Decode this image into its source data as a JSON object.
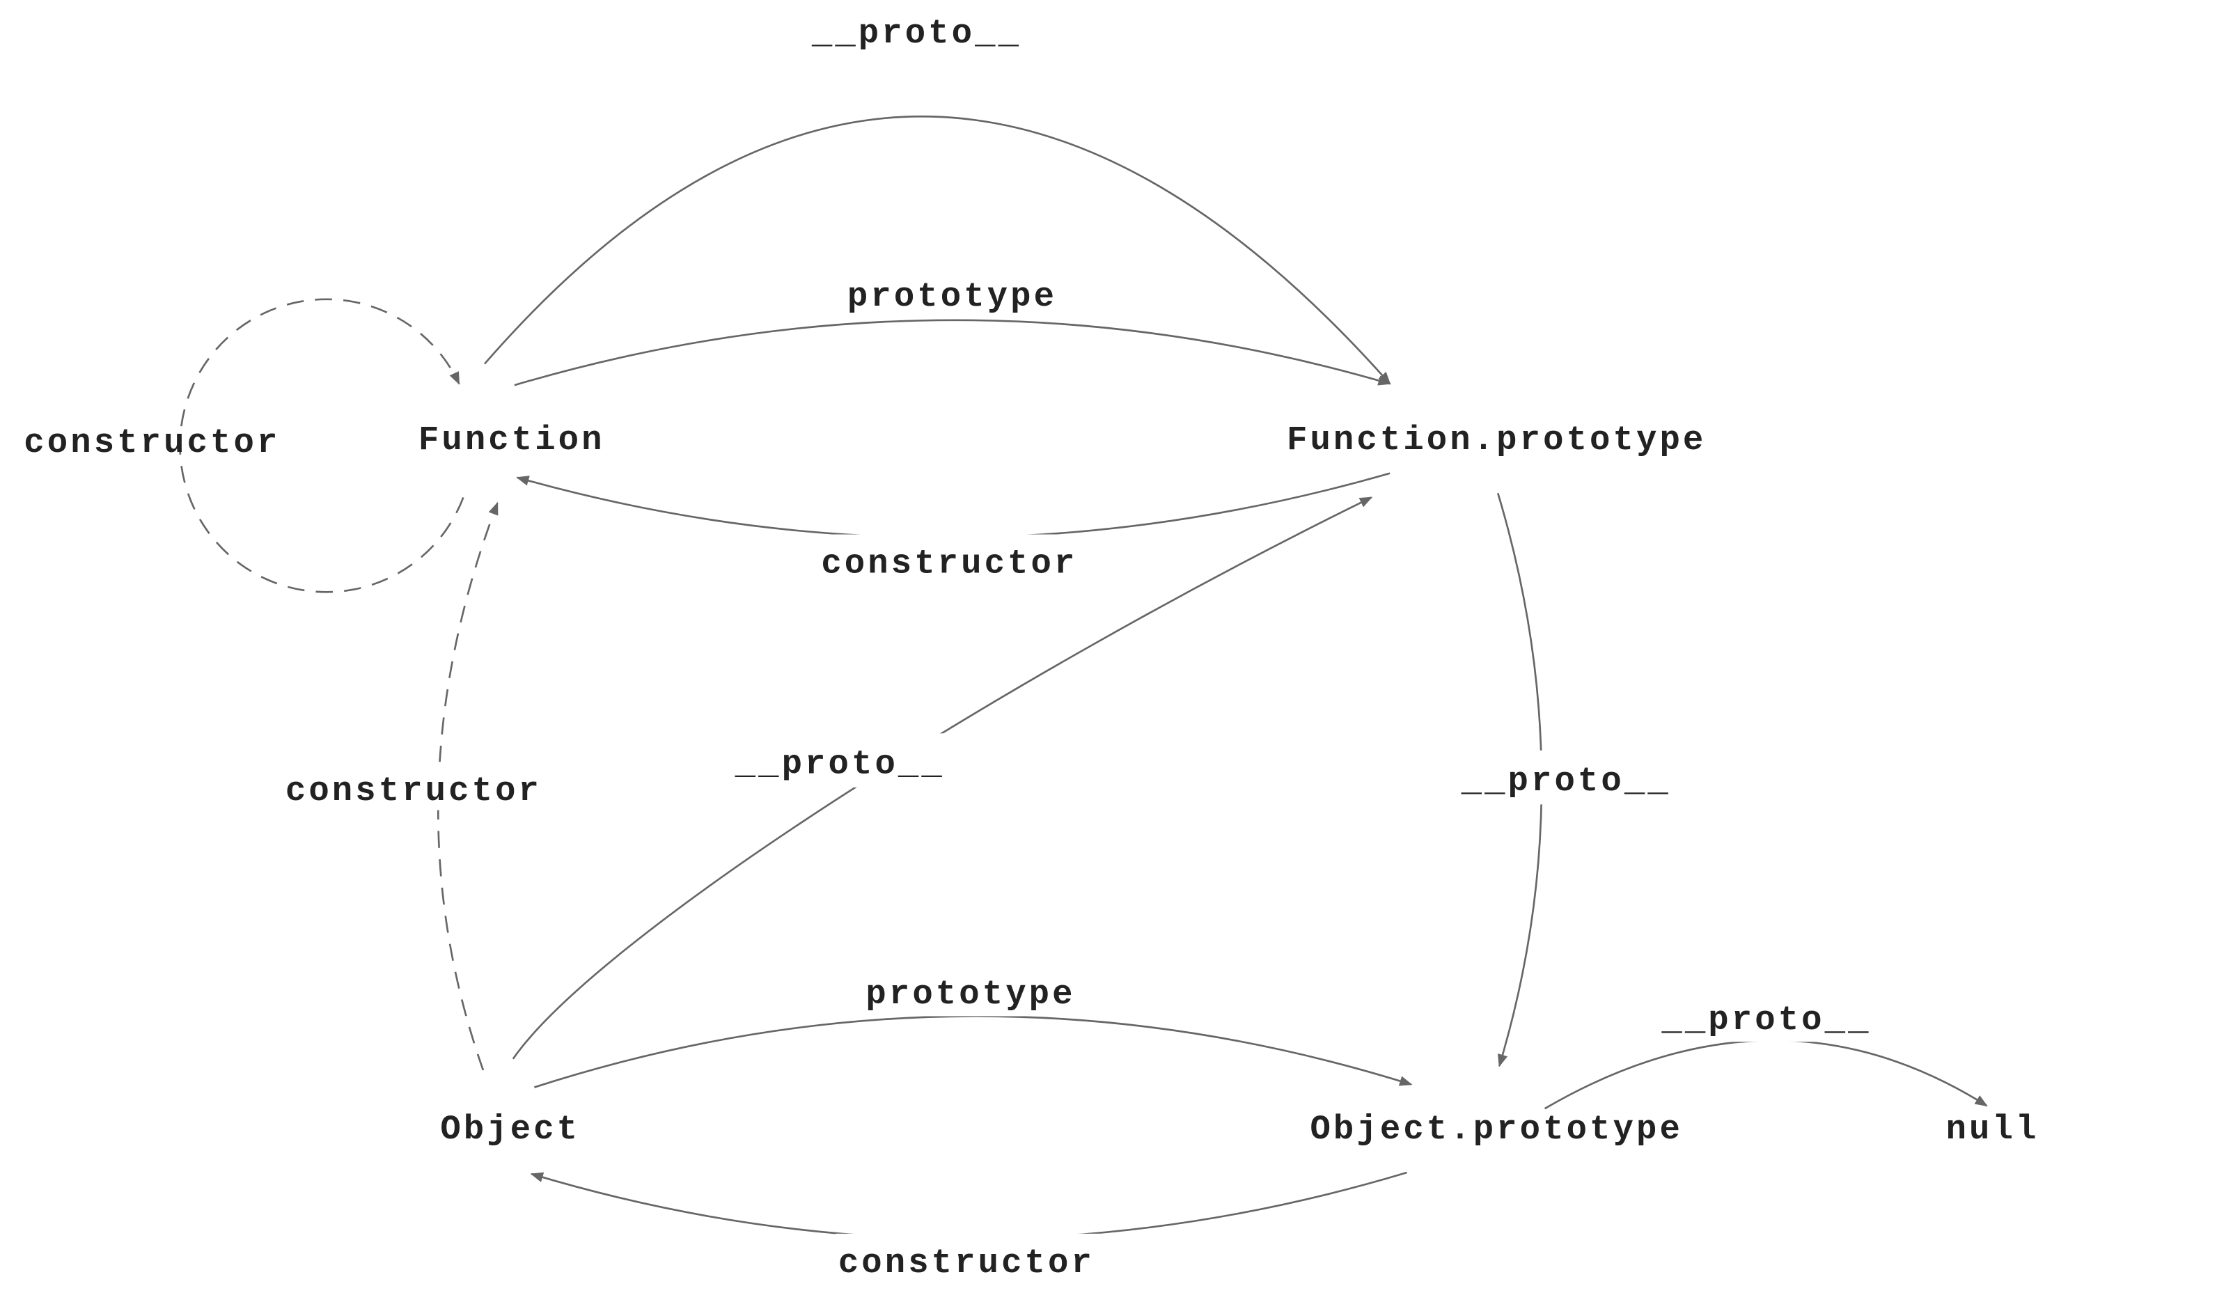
{
  "nodes": {
    "function": "Function",
    "function_prototype": "Function.prototype",
    "object": "Object",
    "object_prototype": "Object.prototype",
    "null": "null"
  },
  "edges": {
    "function_proto": "__proto__",
    "function_prototype": "prototype",
    "function_prototype_constructor": "constructor",
    "function_self_constructor": "constructor",
    "object_constructor": "constructor",
    "object_proto": "__proto__",
    "function_prototype_proto": "__proto__",
    "object_prototype": "prototype",
    "object_prototype_constructor": "constructor",
    "object_prototype_proto": "__proto__"
  },
  "colors": {
    "edge": "#666666",
    "text": "#222222"
  }
}
